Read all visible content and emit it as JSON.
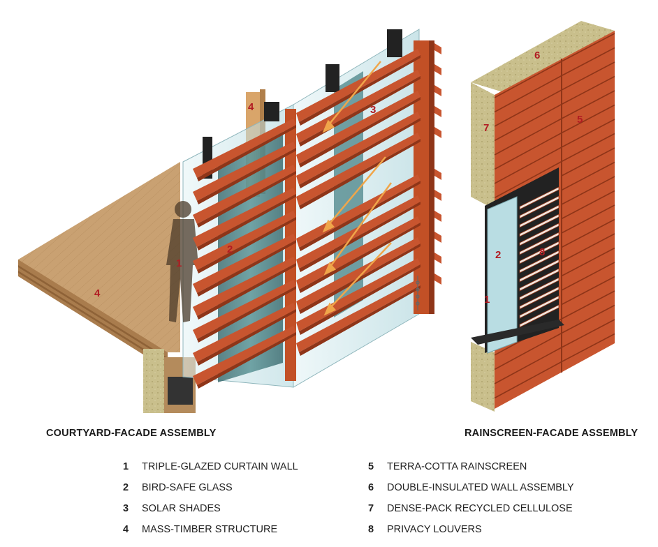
{
  "colors": {
    "terracotta": "#c8552f",
    "terracotta_dark": "#8f3518",
    "timber": "#c9a172",
    "timber_dark": "#9b7349",
    "insulation": "#c9bf8c",
    "glass": "#b9dde3",
    "glass_dark": "#3a6f72",
    "steel": "#2a2a2a",
    "callout": "#b11b22",
    "arrow": "#f0a64a"
  },
  "captions": {
    "courtyard": "COURTYARD-FACADE ASSEMBLY",
    "rainscreen": "RAINSCREEN-FACADE ASSEMBLY"
  },
  "callouts": {
    "courtyard": [
      "4",
      "3",
      "1",
      "2",
      "4"
    ],
    "rainscreen": [
      "6",
      "7",
      "5",
      "2",
      "8",
      "1"
    ]
  },
  "legend": [
    {
      "num": "1",
      "label": "TRIPLE-GLAZED CURTAIN WALL"
    },
    {
      "num": "2",
      "label": "BIRD-SAFE GLASS"
    },
    {
      "num": "3",
      "label": "SOLAR SHADES"
    },
    {
      "num": "4",
      "label": "MASS-TIMBER STRUCTURE"
    },
    {
      "num": "5",
      "label": "TERRA-COTTA RAINSCREEN"
    },
    {
      "num": "6",
      "label": "DOUBLE-INSULATED WALL ASSEMBLY"
    },
    {
      "num": "7",
      "label": "DENSE-PACK RECYCLED CELLULOSE"
    },
    {
      "num": "8",
      "label": "PRIVACY LOUVERS"
    }
  ]
}
